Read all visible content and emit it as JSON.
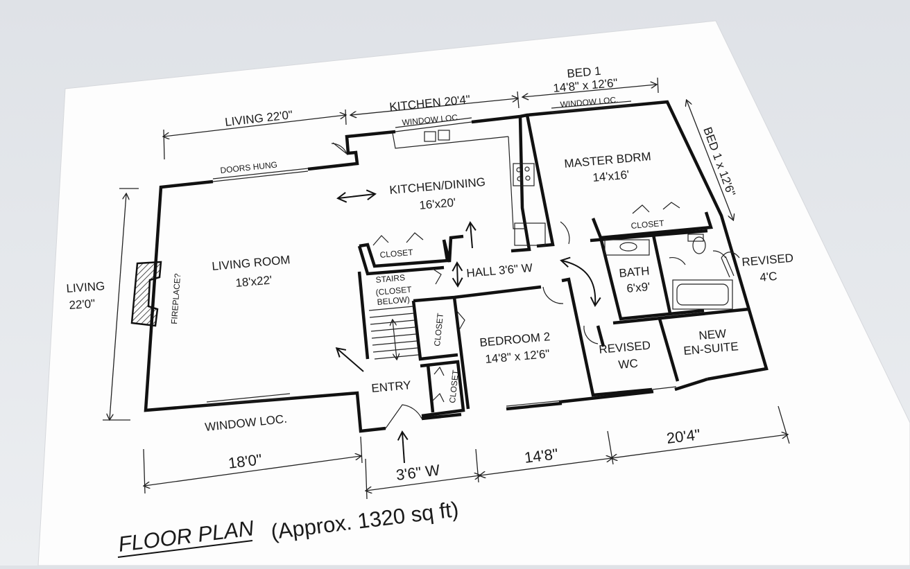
{
  "plan": {
    "title": "FLOOR PLAN",
    "subtitle": "(Approx. 1320 sq ft)",
    "dims": {
      "living_top": "LIVING  22'0\"",
      "kitchen_top": "KITCHEN  20'4\"",
      "bed1_top_a": "BED 1",
      "bed1_top_b": "14'8\" x 12'6\"",
      "bed1_side": "BED 1 x 12'6\"",
      "living_side_a": "LIVING",
      "living_side_b": "22'0\"",
      "bottom_18": "18'0\"",
      "bottom_36": "3'6\" W",
      "bottom_148": "14'8\"",
      "bottom_204": "20'4\""
    },
    "notes": {
      "window_kitchen": "WINDOW LOC.",
      "window_bed": "WINDOW LOC.",
      "window_living": "WINDOW LOC.",
      "doors_hung": "DOORS  HUNG",
      "fireplace": "FIREPLACE?",
      "revised_a": "REVISED",
      "revised_b": "4'C"
    },
    "rooms": {
      "living_name": "LIVING ROOM",
      "living_size": "18'x22'",
      "kitchen_name": "KITCHEN/DINING",
      "kitchen_size": "16'x20'",
      "master_name": "MASTER BDRM",
      "master_size": "14'x16'",
      "closet_stair": "CLOSET",
      "closet_master": "CLOSET",
      "stairs_a": "STAIRS",
      "stairs_b": "(CLOSET",
      "stairs_c": "BELOW)",
      "hall": "HALL  3'6\" W",
      "bath_name": "BATH",
      "bath_size": "6'x9'",
      "closet_v1": "CLOSET",
      "closet_v2": "CLOSET",
      "bedroom2_name": "BEDROOM 2",
      "bedroom2_size": "14'8\" x 12'6\"",
      "wc_a": "REVISED",
      "wc_b": "WC",
      "ensuite_a": "NEW",
      "ensuite_b": "EN-SUITE",
      "entry": "ENTRY"
    }
  }
}
